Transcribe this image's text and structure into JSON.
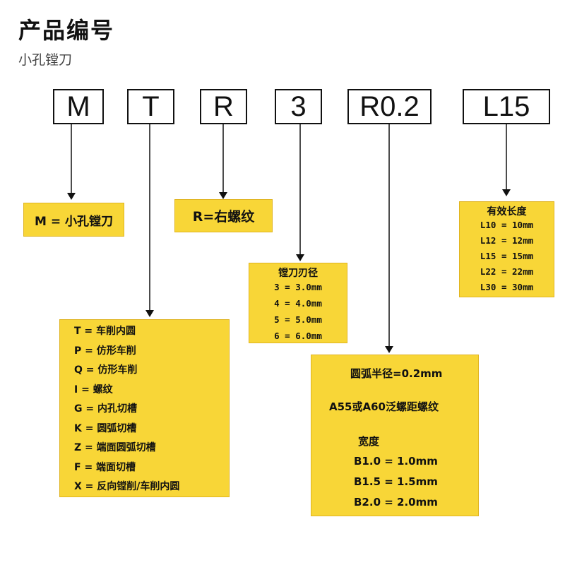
{
  "header": {
    "title": "产品编号",
    "subtitle": "小孔镗刀"
  },
  "codes": [
    "M",
    "T",
    "R",
    "3",
    "R0.2",
    "L15"
  ],
  "boxes": {
    "m": "M = 小孔镗刀",
    "r": "R=右螺纹",
    "t": [
      "T = 车削内圆",
      "P = 仿形车削",
      "Q = 仿形车削",
      "I = 螺纹",
      "G = 内孔切槽",
      "K = 圆弧切槽",
      "Z = 端面圆弧切槽",
      "F = 端面切槽",
      "X = 反向镗削/车削内圆"
    ],
    "diameter": {
      "title": "镗刀刃径",
      "items": [
        "3 = 3.0mm",
        "4 = 4.0mm",
        "5 = 5.0mm",
        "6 = 6.0mm"
      ]
    },
    "radius": {
      "line1": "圆弧半径=0.2mm",
      "line2": "A55或A60泛螺距螺纹",
      "width_title": "宽度",
      "items": [
        "B1.0 = 1.0mm",
        "B1.5 = 1.5mm",
        "B2.0 = 2.0mm"
      ]
    },
    "length": {
      "title": "有效长度",
      "items": [
        "L10 = 10mm",
        "L12 = 12mm",
        "L15 = 15mm",
        "L22 = 22mm",
        "L30 = 30mm"
      ]
    }
  },
  "colors": {
    "box_fill": "#f8d637",
    "box_border": "#e0b420",
    "line": "#111111"
  }
}
